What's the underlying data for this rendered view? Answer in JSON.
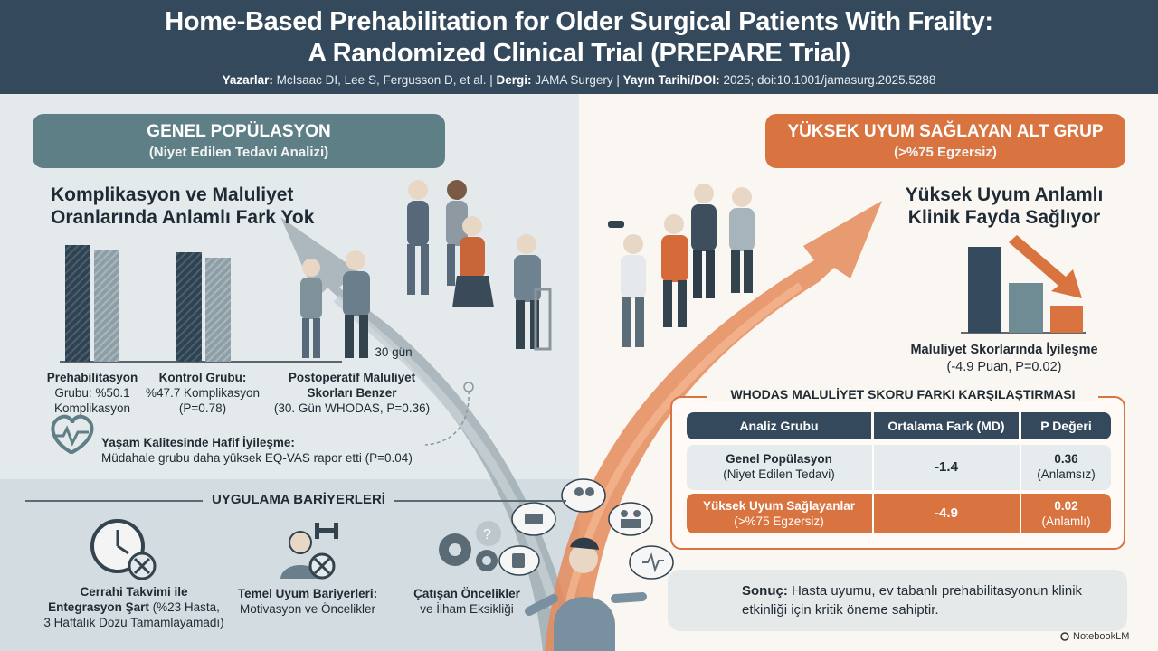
{
  "header": {
    "title_line1": "Home-Based Prehabilitation for Older Surgical Patients With Frailty:",
    "title_line2": "A Randomized Clinical Trial (PREPARE Trial)",
    "authors_label": "Yazarlar:",
    "authors": "McIsaac DI, Lee S, Fergusson D, et al.",
    "journal_label": "Dergi:",
    "journal": "JAMA Surgery",
    "date_label": "Yayın Tarihi/DOI:",
    "date": "2025; doi:10.1001/jamasurg.2025.5288"
  },
  "left": {
    "banner_title": "GENEL POPÜLASYON",
    "banner_sub": "(Niyet Edilen Tedavi Analizi)",
    "heading_line1": "Komplikasyon ve Maluliyet",
    "heading_line2": "Oranlarında Anlamlı Fark Yok",
    "prehab_caption_bold": "Prehabilitasyon",
    "prehab_caption_rest": "Grubu: %50.1 Komplikasyon",
    "control_caption_bold": "Kontrol Grubu:",
    "control_caption_rest": "%47.7 Komplikasyon (P=0.78)",
    "day30_label": "30 gün",
    "disab_caption_bold": "Postoperatif Maluliyet Skorları Benzer",
    "disab_caption_rest": "(30. Gün WHODAS, P=0.36)",
    "qol_title": "Yaşam Kalitesinde Hafif İyileşme:",
    "qol_text": "Müdahale grubu daha yüksek EQ-VAS rapor etti (P=0.04)"
  },
  "barriers": {
    "title": "UYGULAMA BARİYERLERİ",
    "b1_bold": "Cerrahi Takvimi ile Entegrasyon Şart",
    "b1_rest": "(%23 Hasta, 3 Haftalık Dozu Tamamlayamadı)",
    "b2_bold": "Temel Uyum Bariyerleri:",
    "b2_rest": "Motivasyon ve Öncelikler",
    "b3_bold": "Çatışan Öncelikler",
    "b3_rest": "ve İlham Eksikliği"
  },
  "right": {
    "banner_title": "YÜKSEK UYUM SAĞLAYAN ALT GRUP",
    "banner_sub": "(>%75 Egzersiz)",
    "heading_line1": "Yüksek Uyum Anlamlı",
    "heading_line2": "Klinik Fayda Sağlıyor",
    "improve_bold": "Maluliyet Skorlarında İyileşme",
    "improve_rest": "(-4.9 Puan, P=0.02)"
  },
  "table": {
    "title": "WHODAS MALULİYET SKORU FARKI KARŞILAŞTIRMASI",
    "col1": "Analiz Grubu",
    "col2": "Ortalama Fark (MD)",
    "col3": "P Değeri",
    "r1_group_bold": "Genel Popülasyon",
    "r1_group_sub": "(Niyet Edilen Tedavi)",
    "r1_md": "-1.4",
    "r1_p": "0.36",
    "r1_p_sub": "(Anlamsız)",
    "r2_group_bold": "Yüksek Uyum Sağlayanlar",
    "r2_group_sub": "(>%75 Egzersiz)",
    "r2_md": "-4.9",
    "r2_p": "0.02",
    "r2_p_sub": "(Anlamlı)"
  },
  "conclusion": {
    "label": "Sonuç:",
    "text": "Hasta uyumu, ev tabanlı prehabilitasyonun klinik etkinliği için kritik öneme sahiptir."
  },
  "brand": "NotebookLM",
  "colors": {
    "navy": "#344a5c",
    "teal": "#5f7f87",
    "orange": "#d9733f",
    "light_gray": "#e4eaec"
  }
}
